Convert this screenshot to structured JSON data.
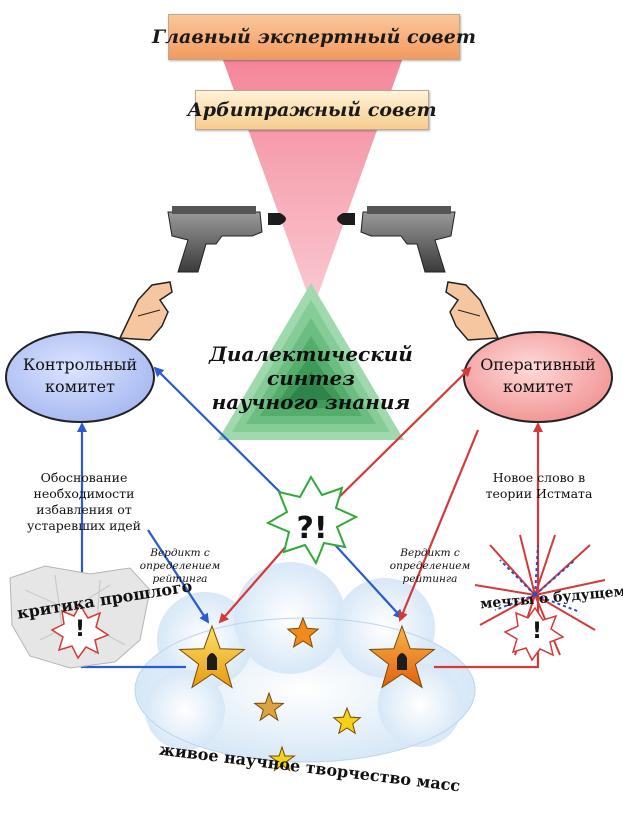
{
  "top_council": "Главный экспертный совет",
  "arbitration_council": "Арбитражный совет",
  "control_committee": {
    "line1": "Контрольный",
    "line2": "комитет"
  },
  "operative_committee": {
    "line1": "Оперативный",
    "line2": "комитет"
  },
  "synthesis": {
    "line1": "Диалектический",
    "line2": "синтез",
    "line3": "научного знания"
  },
  "left_text": {
    "line1": "Обоснование",
    "line2": "необходимости",
    "line3": "избавления от",
    "line4": "устаревших идей"
  },
  "right_text": {
    "line1": "Новое слово в",
    "line2": "теории Истмата"
  },
  "verdict_left": {
    "line1": "Вердикт с",
    "line2": "определением",
    "line3": "рейтинга"
  },
  "verdict_right": {
    "line1": "Вердикт с",
    "line2": "определением",
    "line3": "рейтинга"
  },
  "question_exclaim": "?!",
  "past_label": "критика прошлого",
  "future_label": "мечты о будущем",
  "masses_label": "живое научное творчество масс",
  "exclaim": "!",
  "colors": {
    "top_box": "#f29a5e",
    "arbitration_box": "#f6cc8e",
    "funnel": "#f7a6b4",
    "control_oval": "#b8c8f5",
    "operative_oval": "#f7a3a3",
    "pyramid": "#5cb574",
    "blue_arrow": "#2a5bd0",
    "red_arrow": "#d43a3a",
    "star": "#f3b71a",
    "orange_star": "#f08a1c",
    "cloud": "#dcebf7"
  },
  "icons": [
    "pistol-icon",
    "pointing-hand-icon",
    "bullet-icon",
    "firework-icon",
    "crumpled-paper-icon",
    "star-icon",
    "burst-icon"
  ]
}
